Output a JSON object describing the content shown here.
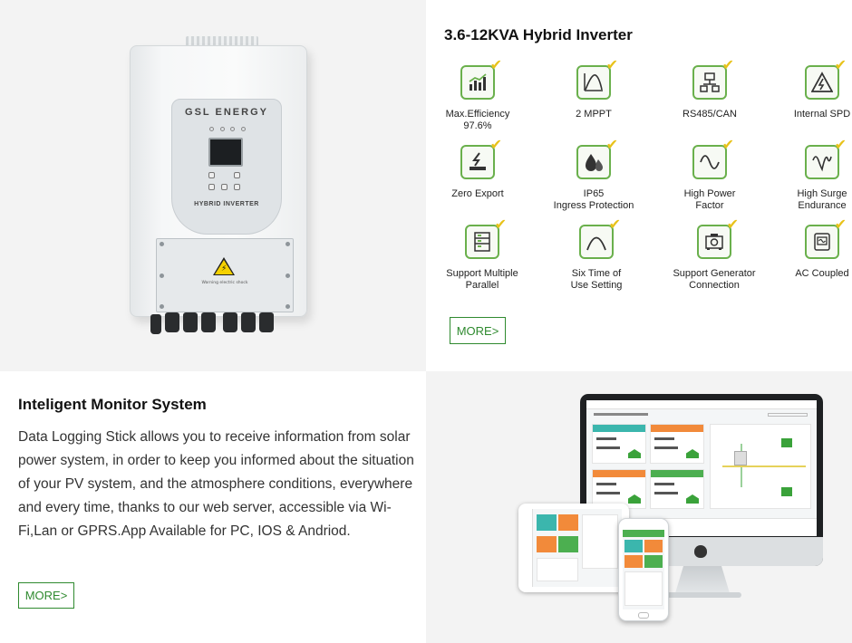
{
  "product": {
    "brand": "GSL ENERGY",
    "model": "HYBRID INVERTER",
    "warning": "Warning electric shock"
  },
  "features": {
    "title": "3.6-12KVA Hybrid Inverter",
    "items": [
      {
        "label": "Max.Efficiency\n97.6%",
        "icon": "efficiency-chart-icon"
      },
      {
        "label": "2 MPPT",
        "icon": "mppt-curve-icon"
      },
      {
        "label": "RS485/CAN",
        "icon": "network-icon"
      },
      {
        "label": "Internal SPD",
        "icon": "surge-protection-icon"
      },
      {
        "label": "Zero Export",
        "icon": "zero-export-icon"
      },
      {
        "label": "IP65\nIngress Protection",
        "icon": "water-drop-icon"
      },
      {
        "label": "High Power\nFactor",
        "icon": "sine-wave-icon"
      },
      {
        "label": "High Surge\nEndurance",
        "icon": "surge-wave-icon"
      },
      {
        "label": "Support Multiple\nParallel",
        "icon": "parallel-stack-icon"
      },
      {
        "label": "Six Time of\nUse Setting",
        "icon": "time-curve-icon"
      },
      {
        "label": "Support Generator\nConnection",
        "icon": "generator-icon"
      },
      {
        "label": "AC Coupled",
        "icon": "ac-coupled-icon"
      }
    ],
    "more_label": "MORE>"
  },
  "monitor": {
    "title": "Inteligent Monitor System",
    "description": "Data Logging Stick allows you to receive information from solar power system, in order to keep you informed about the situation of your PV system, and the atmosphere conditions, everywhere and every time, thanks to our web server, accessible via Wi-Fi,Lan or GPRS.App Available for PC, IOS & Andriod.",
    "more_label": "MORE>"
  },
  "colors": {
    "accent_green": "#2f8a2f",
    "icon_green": "#6ab04c",
    "check_yellow": "#e8c21a",
    "tile_teal": "#3bb6ad",
    "tile_orange": "#f28a3a",
    "tile_green": "#4caf50"
  }
}
